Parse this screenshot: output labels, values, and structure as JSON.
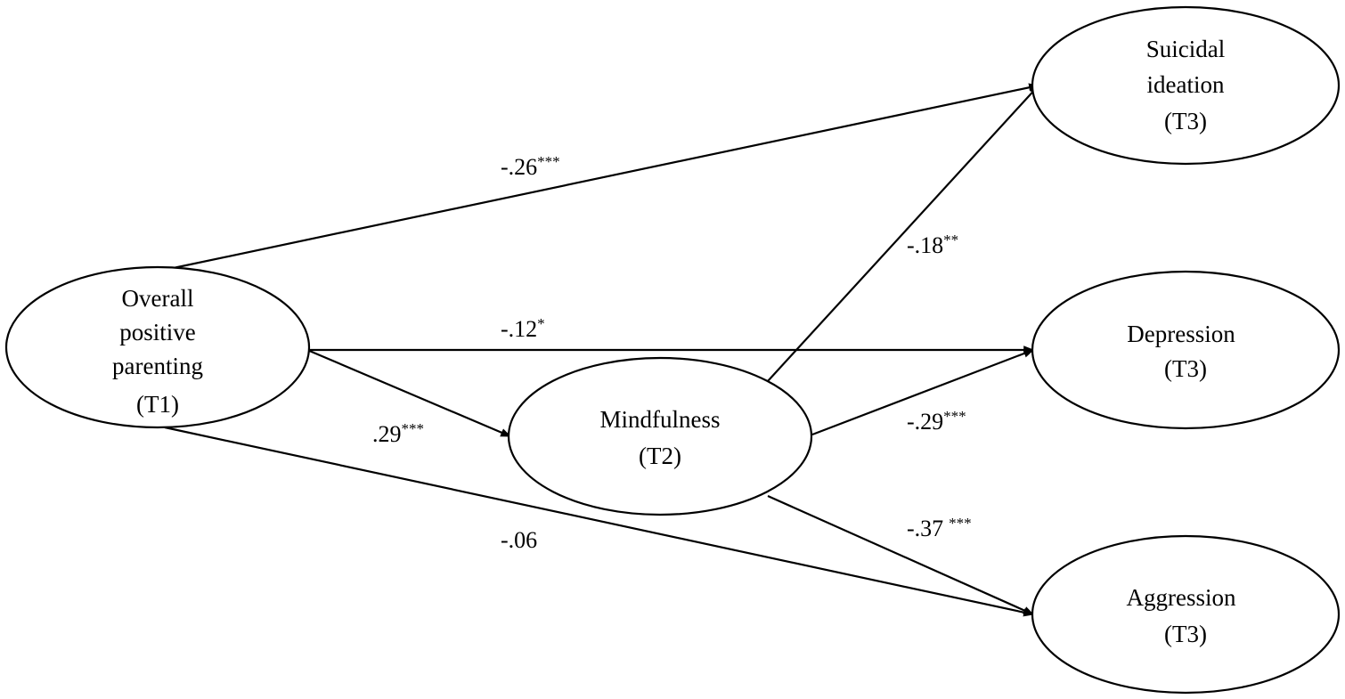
{
  "nodes": {
    "parenting": {
      "lines": [
        "Overall",
        "positive",
        "parenting",
        "(T1)"
      ]
    },
    "mindfulness": {
      "lines": [
        "Mindfulness",
        "(T2)"
      ]
    },
    "suicidal": {
      "lines": [
        "Suicidal",
        "ideation",
        "(T3)"
      ]
    },
    "depression": {
      "lines": [
        "Depression",
        "(T3)"
      ]
    },
    "aggression": {
      "lines": [
        "Aggression",
        "(T3)"
      ]
    }
  },
  "edges": {
    "parenting_suicidal": {
      "coef": "-.26",
      "sig": "***"
    },
    "parenting_depression": {
      "coef": "-.12",
      "sig": "*"
    },
    "parenting_mindfulness": {
      "coef": ".29",
      "sig": "***"
    },
    "parenting_aggression": {
      "coef": "-.06",
      "sig": ""
    },
    "mindfulness_suicidal": {
      "coef": "-.18",
      "sig": "**"
    },
    "mindfulness_depression": {
      "coef": "-.29",
      "sig": "***"
    },
    "mindfulness_aggression": {
      "coef": "-.37",
      "sig": "***"
    }
  }
}
